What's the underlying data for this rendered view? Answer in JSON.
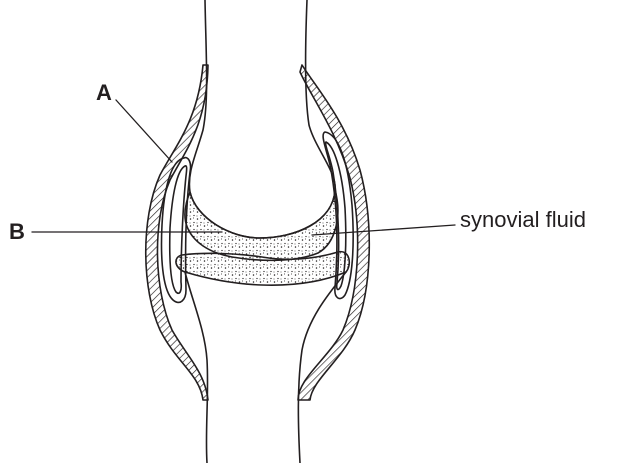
{
  "labels": {
    "a": "A",
    "b": "B",
    "fluid": "synovial fluid"
  },
  "colors": {
    "line": "#231f20",
    "background": "#ffffff"
  }
}
